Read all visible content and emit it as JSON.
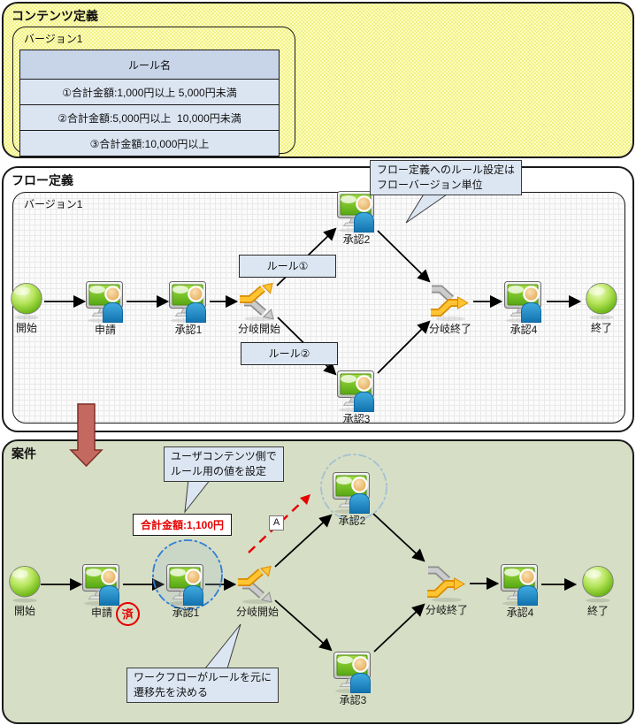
{
  "sections": {
    "content": {
      "title": "コンテンツ定義",
      "version_label": "バージョン1"
    },
    "flow": {
      "title": "フロー定義",
      "version_label": "バージョン1"
    },
    "case": {
      "title": "案件"
    }
  },
  "rule_table": {
    "header": "ルール名",
    "rows": [
      "①合計金額:1,000円以上 5,000円未満",
      "②合計金額:5,000円以上  10,000円未満",
      "③合計金額:10,000円以上"
    ]
  },
  "flow_nodes": {
    "start": "開始",
    "apply": "申請",
    "approve1": "承認1",
    "branch_start": "分岐開始",
    "approve2": "承認2",
    "approve3": "承認3",
    "branch_end": "分岐終了",
    "approve4": "承認4",
    "end": "終了"
  },
  "case_nodes": {
    "start": "開始",
    "apply": "申請",
    "approve1": "承認1",
    "branch_start": "分岐開始",
    "approve2": "承認2",
    "approve3": "承認3",
    "branch_end": "分岐終了",
    "approve4": "承認4",
    "end": "終了"
  },
  "rule_labels": {
    "rule1": "ルール①",
    "rule2": "ルール②"
  },
  "callouts": {
    "flow_rule": {
      "line1": "フロー定義へのルール設定は",
      "line2": "フローバージョン単位"
    },
    "user_content": {
      "line1": "ユーザコンテンツ側で",
      "line2": "ルール用の値を設定"
    },
    "workflow": {
      "line1": "ワークフローがルールを元に",
      "line2": "遷移先を決める"
    }
  },
  "annotations": {
    "amount": "合計金額:1,100円",
    "done_stamp": "済",
    "path_label": "A"
  },
  "colors": {
    "section_yellow": "#f1f183",
    "case_green": "#d6dec5",
    "rule_box_blue": "#dce6f2",
    "table_header_blue": "#c8d4e8",
    "table_row_blue": "#dbe5f2",
    "highlight_red": "#e60000",
    "branch_orange": "#ffc431",
    "transition_arrow_red": "#c4695f",
    "dashed_circle_blue": "#2f7ed8"
  }
}
